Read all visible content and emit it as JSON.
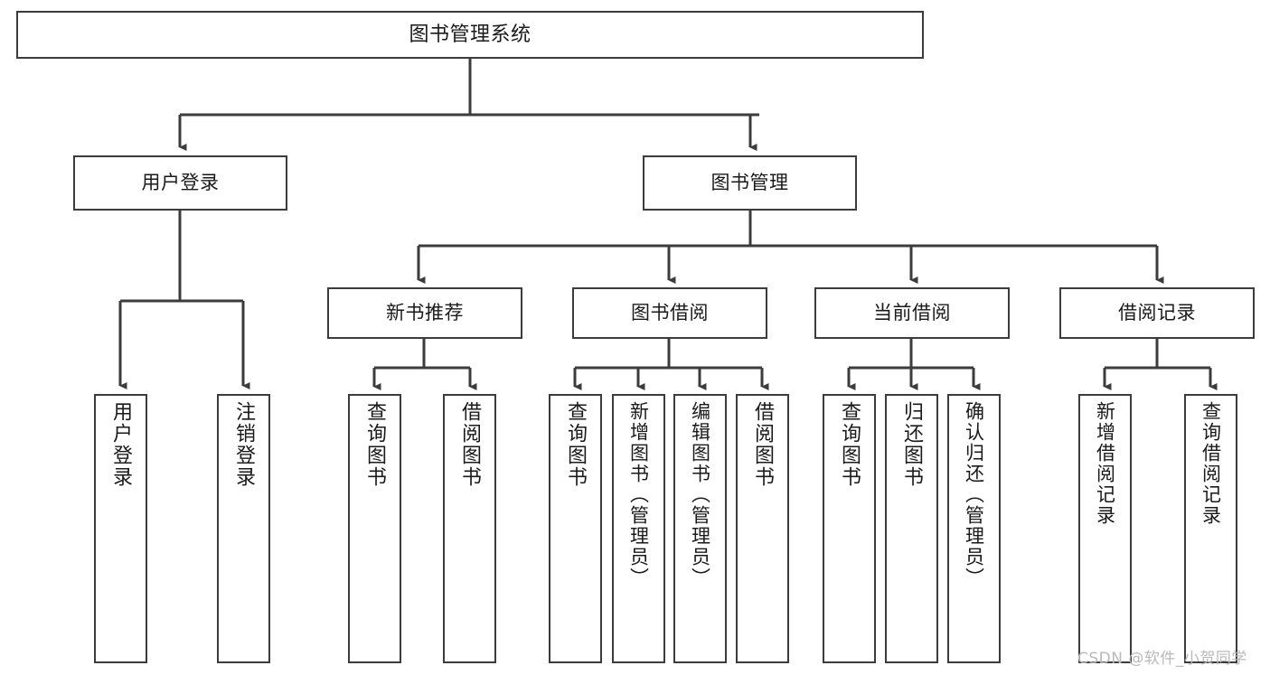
{
  "diagram": {
    "type": "tree-hierarchy",
    "title": "图书管理系统",
    "colors": {
      "box_border": "#3c3c3c",
      "box_fill": "#ffffff",
      "edge": "#3c3c3c",
      "text": "#1a1a1a",
      "watermark": "#b9b9b9",
      "background": "#ffffff"
    },
    "root": {
      "label": "图书管理系统"
    },
    "level2": [
      {
        "label": "用户登录"
      },
      {
        "label": "图书管理"
      }
    ],
    "level3": [
      {
        "label": "新书推荐"
      },
      {
        "label": "图书借阅"
      },
      {
        "label": "当前借阅"
      },
      {
        "label": "借阅记录"
      }
    ],
    "leaves": {
      "user_login": [
        {
          "label": "用户登录"
        },
        {
          "label": "注销登录"
        }
      ],
      "new_book": [
        {
          "label": "查询图书"
        },
        {
          "label": "借阅图书"
        }
      ],
      "book_borrow": [
        {
          "label": "查询图书"
        },
        {
          "label": "新增图书（管理员）"
        },
        {
          "label": "编辑图书（管理员）"
        },
        {
          "label": "借阅图书"
        }
      ],
      "current_borrow": [
        {
          "label": "查询图书"
        },
        {
          "label": "归还图书"
        },
        {
          "label": "确认归还（管理员）"
        }
      ],
      "borrow_record": [
        {
          "label": "新增借阅记录"
        },
        {
          "label": "查询借阅记录"
        }
      ]
    }
  },
  "watermark": {
    "text": "CSDN @软件_小贺同学"
  }
}
